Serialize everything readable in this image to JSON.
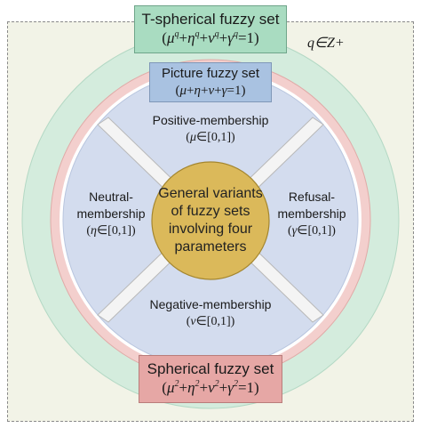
{
  "outer_set": {
    "title": "T-spherical fuzzy set",
    "equation": "(μ^q+η^q+ν^q+γ^q=1)",
    "condition": "q∈Z+"
  },
  "picture_set": {
    "title": "Picture fuzzy set",
    "equation": "(μ+η+ν+γ=1)"
  },
  "spherical_set": {
    "title": "Spherical fuzzy set",
    "equation": "(μ²+η²+ν²+γ²=1)"
  },
  "center": {
    "text": "General variants of fuzzy sets involving four parameters"
  },
  "memberships": {
    "positive": {
      "label": "Positive-membership",
      "range": "(μ∈[0,1])"
    },
    "negative": {
      "label": "Negative-membership",
      "range": "(ν∈[0,1])"
    },
    "neutral": {
      "label": "Neutral-membership",
      "range": "(η∈[0,1])"
    },
    "refusal": {
      "label": "Refusal-membership",
      "range": "(γ∈[0,1])"
    }
  },
  "colors": {
    "background_frame": "#f2f3e7",
    "t_spherical_ring": "#c7e7d4",
    "picture_ring": "#f1c9c7",
    "spherical_box": "#e6a7a5",
    "picture_box": "#a9c2e1",
    "t_spherical_box": "#a9dcc1",
    "inner_circle": "#cfd9ec",
    "center_circle": "#d8b654"
  }
}
